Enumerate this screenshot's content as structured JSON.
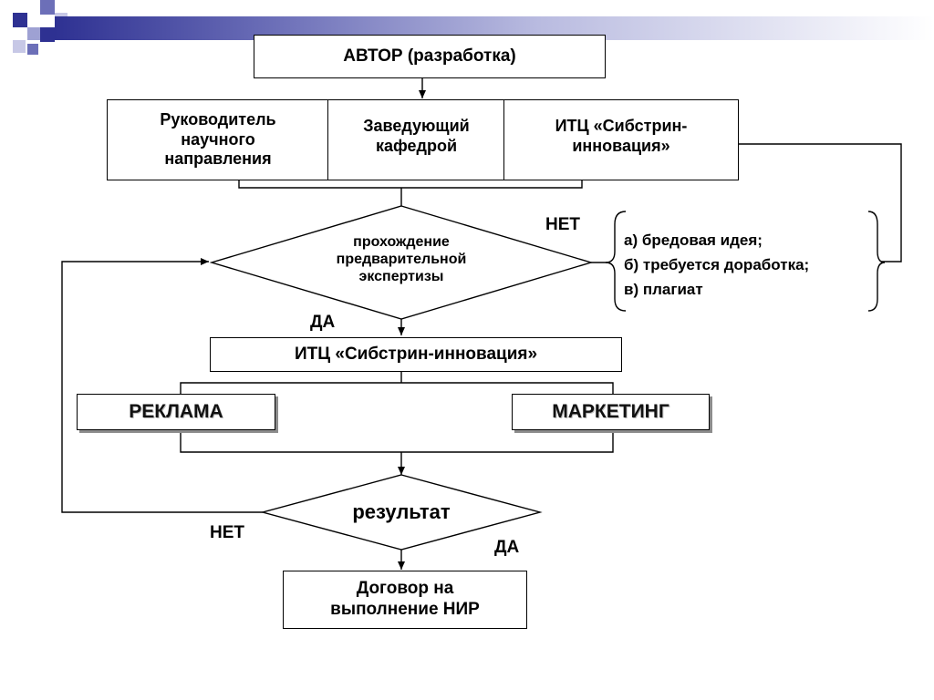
{
  "author": "АВТОР (разработка)",
  "row": {
    "supervisor": "Руководитель научного направления",
    "head": "Заведующий кафедрой",
    "itc": "ИТЦ «Сибстрин-инновация»"
  },
  "expertise": {
    "text": "прохождение предварительной экспертизы",
    "no": "НЕТ",
    "yes": "ДА"
  },
  "reasons": [
    "а) бредовая идея;",
    "б) требуется доработка;",
    "в) плагиат"
  ],
  "itc2": "ИТЦ «Сибстрин-инновация»",
  "ads": "РЕКЛАМА",
  "marketing": "МАРКЕТИНГ",
  "result": {
    "text": "результат",
    "no": "НЕТ",
    "yes": "ДА"
  },
  "contract": "Договор на выполнение НИР"
}
